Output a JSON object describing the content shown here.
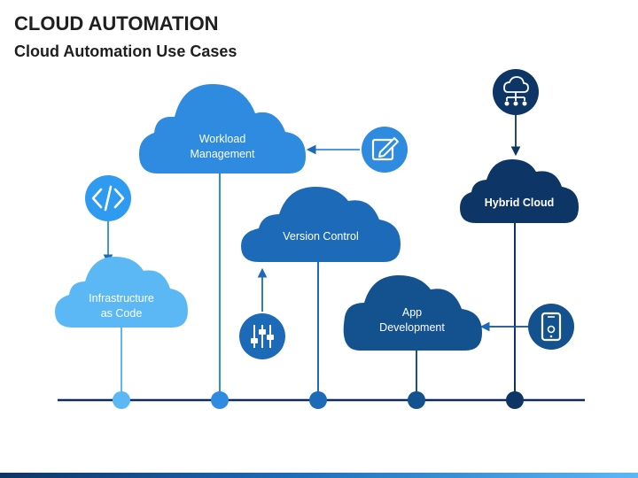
{
  "header": {
    "title": "CLOUD AUTOMATION",
    "subtitle": "Cloud Automation Use Cases"
  },
  "colors": {
    "light_blue": "#5BB8F5",
    "mid_blue": "#2E8BE0",
    "blue": "#1D6BB8",
    "dark_blue": "#14518F",
    "navy": "#0D3566",
    "timeline": "#0D2E5C"
  },
  "use_cases": [
    {
      "id": "infrastructure-as-code",
      "lines": [
        "Infrastructure",
        "as Code"
      ],
      "icon": "code-icon"
    },
    {
      "id": "workload-management",
      "lines": [
        "Workload",
        "Management"
      ],
      "icon": "edit-icon"
    },
    {
      "id": "version-control",
      "lines": [
        "Version Control"
      ],
      "icon": "sliders-icon"
    },
    {
      "id": "app-development",
      "lines": [
        "App",
        "Development"
      ],
      "icon": "tablet-icon"
    },
    {
      "id": "hybrid-cloud",
      "lines": [
        "Hybrid Cloud"
      ],
      "icon": "cloud-network-icon"
    }
  ]
}
